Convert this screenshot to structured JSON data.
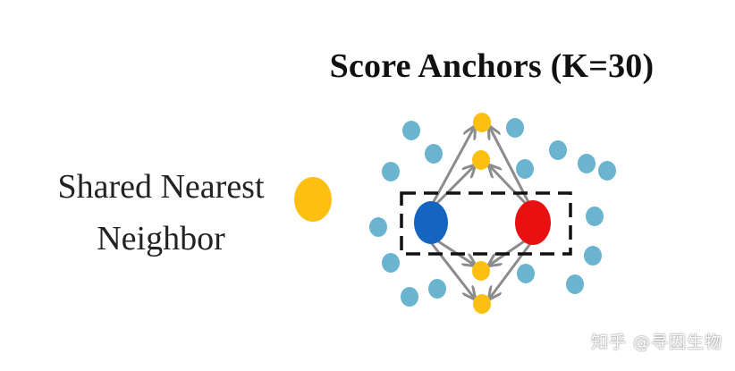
{
  "title": "Score Anchors (K=30)",
  "legend": {
    "label_line1": "Shared Nearest",
    "label_line2": "Neighbor",
    "marker_color": "#fdbf10"
  },
  "colors": {
    "neighbor": "#6ab4cf",
    "shared_neighbor": "#fdbf10",
    "cell_a": "#1565c0",
    "cell_b": "#e81010",
    "edge": "#8c8c8c",
    "box": "#111111"
  },
  "watermark": "知乎 @寻因生物"
}
